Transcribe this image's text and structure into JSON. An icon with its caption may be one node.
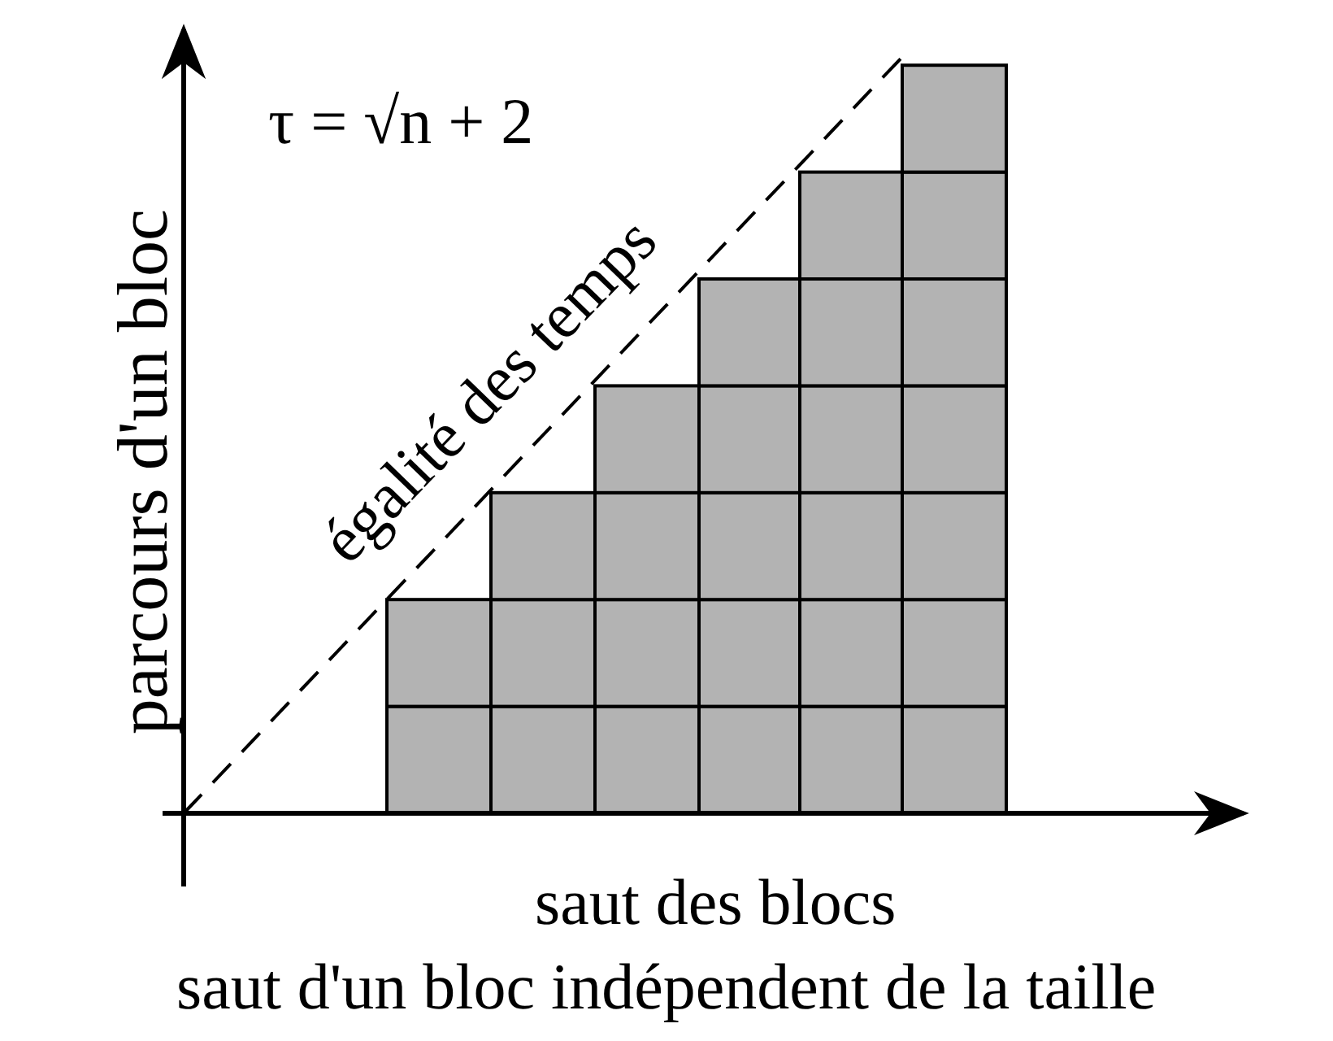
{
  "diagram": {
    "labels": [
      "τ = √n + 2",
      "égalité des temps",
      "parcours d'un bloc",
      "saut des blocs",
      "saut d'un bloc indépendent de la taille"
    ]
  }
}
